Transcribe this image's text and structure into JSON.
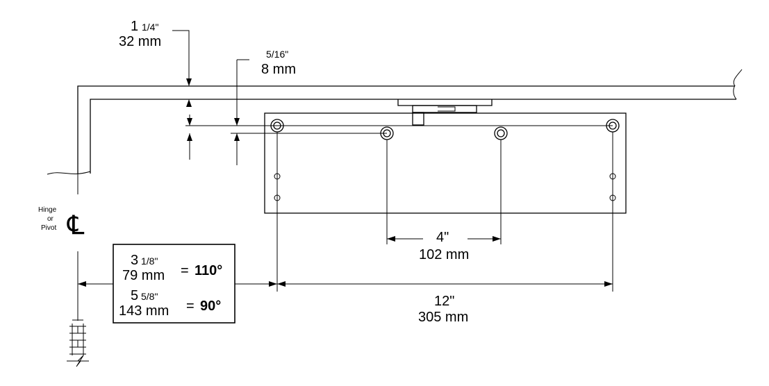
{
  "dims": {
    "wall_thickness": {
      "inch": "1",
      "inch_frac": "1/4\"",
      "mm": "32 mm"
    },
    "offset": {
      "inch": "5/16\"",
      "mm": "8 mm"
    },
    "inner_spacing": {
      "inch": "4\"",
      "mm": "102 mm"
    },
    "outer_spacing": {
      "inch": "12\"",
      "mm": "305 mm"
    }
  },
  "hinge": {
    "line1": "Hinge",
    "line2": "or",
    "line3": "Pivot",
    "symbol": "℄"
  },
  "table": {
    "row1": {
      "inch": "3",
      "frac": "1/8\"",
      "mm": "79 mm",
      "eq": "=",
      "angle": "110°"
    },
    "row2": {
      "inch": "5",
      "frac": "5/8\"",
      "mm": "143 mm",
      "eq": "=",
      "angle": "90°"
    }
  }
}
